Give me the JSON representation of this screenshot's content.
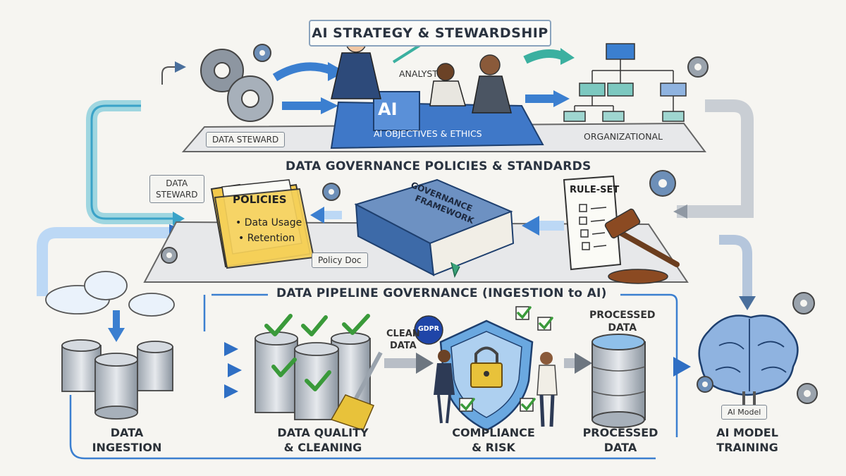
{
  "title": "AI STRATEGY & STEWARDSHIP",
  "top_row": {
    "data_steward": "DATA STEWARD",
    "analyst": "ANALYST",
    "ai_mark": "AI",
    "ai_objectives": "AI OBJECTIVES & ETHICS",
    "organizational": "ORGANIZATIONAL"
  },
  "governance": {
    "heading": "DATA GOVERNANCE POLICIES & STANDARDS",
    "data_steward_line1": "DATA",
    "data_steward_line2": "STEWARD",
    "policies_title": "POLICIES",
    "policy_item_1": "• Data Usage",
    "policy_item_2": "• Retention",
    "policy_doc": "Policy Doc",
    "book_line1": "GOVERNANCE",
    "book_line2": "FRAMEWORK",
    "rule_set": "RULE-SET"
  },
  "pipeline": {
    "heading": "DATA PIPELINE GOVERNANCE (INGESTION to AI)",
    "clean_data_line1": "CLEAN",
    "clean_data_line2": "DATA",
    "gdpr": "GDPR",
    "processed_top_line1": "PROCESSED",
    "processed_top_line2": "DATA",
    "ai_model_tag": "AI Model",
    "stages": [
      {
        "line1": "DATA",
        "line2": "INGESTION"
      },
      {
        "line1": "DATA QUALITY",
        "line2": "& CLEANING"
      },
      {
        "line1": "COMPLIANCE",
        "line2": "& RISK"
      },
      {
        "line1": "PROCESSED",
        "line2": "DATA"
      },
      {
        "line1": "AI MODEL",
        "line2": "TRAINING"
      }
    ]
  },
  "colors": {
    "accent_blue": "#3b7fd0",
    "teal": "#3bb0a0",
    "check_green": "#3a9a3a",
    "gold": "#e8c23a"
  }
}
